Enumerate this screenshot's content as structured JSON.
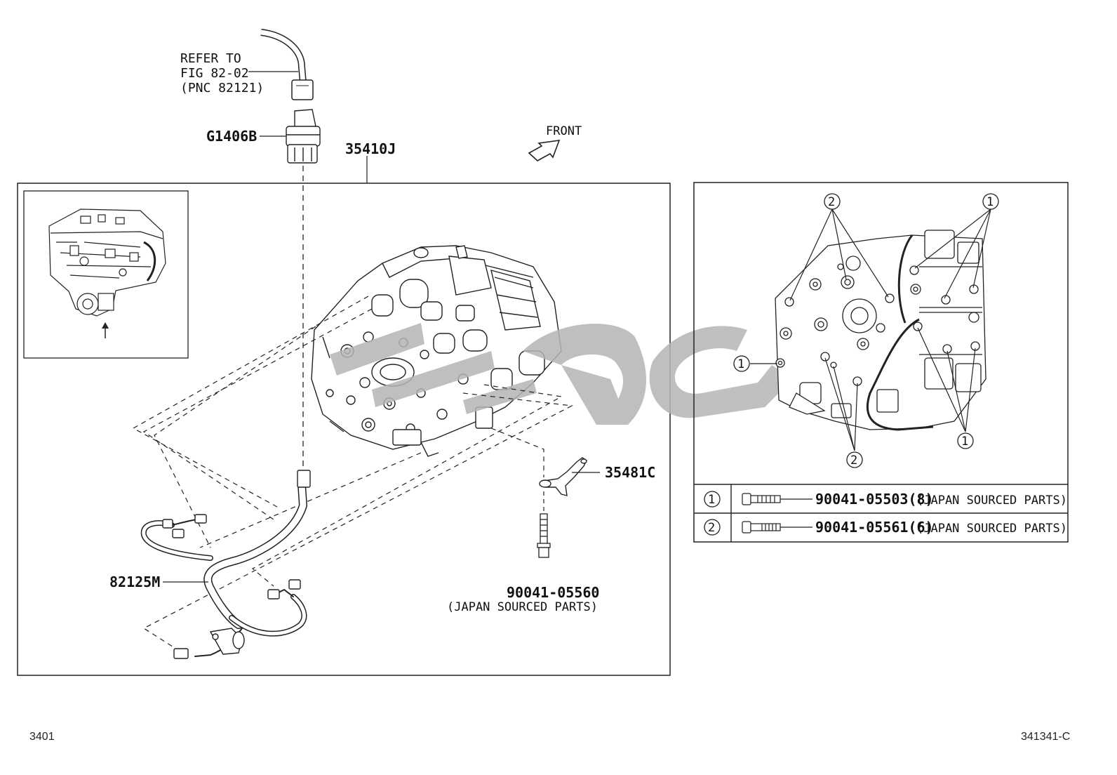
{
  "refer_note": [
    "REFER TO",
    "FIG 82-02",
    "(PNC 82121)"
  ],
  "parts": {
    "connector": "G1406B",
    "valve_body": "35410J",
    "clamp": "35481C",
    "wire_harness": "82125M",
    "bolt_number": "90041-05560",
    "bolt_note": "(JAPAN SOURCED PARTS)"
  },
  "front_label": "FRONT",
  "markers": {
    "one": "1",
    "two": "2"
  },
  "legend": [
    {
      "marker": "1",
      "part": "90041-05503(8)",
      "note": "(JAPAN SOURCED PARTS)"
    },
    {
      "marker": "2",
      "part": "90041-05561(6)",
      "note": "(JAPAN SOURCED PARTS)"
    }
  ],
  "footer": {
    "left": "3401",
    "right": "341341-C"
  }
}
